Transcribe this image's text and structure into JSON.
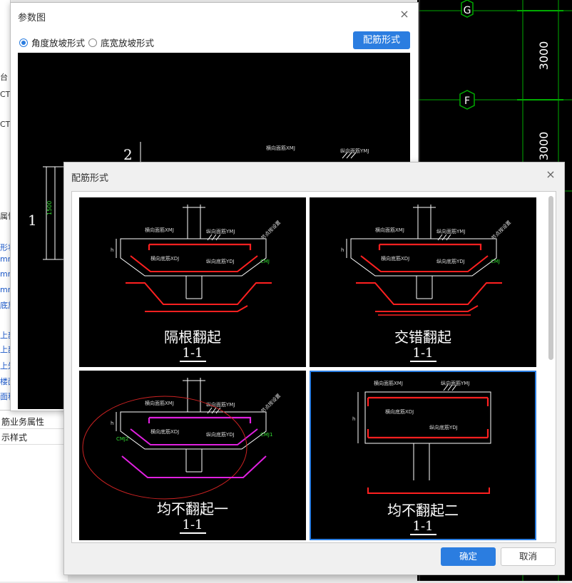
{
  "background": {
    "left_fragments": [
      "台",
      "CT-",
      "CT-",
      "属性",
      "形状",
      "mm",
      "mm",
      "mm",
      "底放",
      "上部",
      "上部",
      "上外",
      "楼面",
      "面积"
    ],
    "props_rows": [
      "筋业务属性",
      "示样式"
    ],
    "axis_labels": [
      "G",
      "F"
    ],
    "dims": [
      "3000",
      "3000"
    ]
  },
  "dialog_params": {
    "title": "参数图",
    "close": "×",
    "radio_angle": "角度放坡形式",
    "radio_width": "底宽放坡形式",
    "rebar_button": "配筋形式",
    "preview_labels": {
      "n1": "1",
      "n2": "2",
      "dim": "1500",
      "xmj": "横向面筋XMJ",
      "ymj": "纵向面筋YMJ"
    }
  },
  "dialog_rebar": {
    "title": "配筋形式",
    "close": "×",
    "ok": "确定",
    "cancel": "取消",
    "options": [
      {
        "name": "隔根翻起",
        "section": "1-1",
        "selected": false
      },
      {
        "name": "交错翻起",
        "section": "1-1",
        "selected": false
      },
      {
        "name": "均不翻起一",
        "section": "1-1",
        "selected": false
      },
      {
        "name": "均不翻起二",
        "section": "1-1",
        "selected": true
      }
    ],
    "drawing_labels": {
      "xmj": "横向面筋XMJ",
      "ymj": "纵向面筋YMJ",
      "xdj": "横向底筋XDJ",
      "ydj": "纵向底筋YDJ",
      "cmj": "CMJ",
      "cmj1": "CMJ1",
      "cmj2": "CMJ2",
      "xpj": "节点按设置",
      "h": "h"
    }
  },
  "colors": {
    "accent": "#2b7de0",
    "rebar_red": "#ff2020",
    "rebar_magenta": "#e020e0",
    "cad_green": "#00aa00",
    "label_green": "#33dd33"
  }
}
